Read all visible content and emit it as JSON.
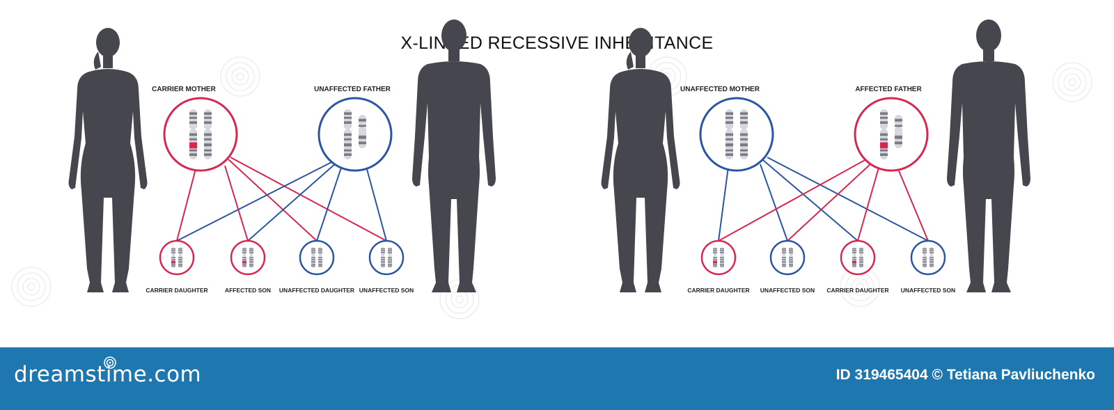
{
  "title": "X-LINKED RECESSIVE INHERITANCE",
  "colors": {
    "carrier": "#d8264f",
    "normal": "#2a55a3",
    "silhouette": "#46464f",
    "chromosome_body": "#d7d7de",
    "band": "#7a7a86",
    "footer": "#1f77b0"
  },
  "panels": [
    {
      "mother_label": "CARRIER MOTHER",
      "father_label": "UNAFFECTED FATHER",
      "mother_status": "carrier",
      "father_status": "normal",
      "children": [
        {
          "label": "CARRIER DAUGHTER",
          "status": "carrier"
        },
        {
          "label": "AFFECTED SON",
          "status": "carrier"
        },
        {
          "label": "UNAFFECTED DAUGHTER",
          "status": "normal"
        },
        {
          "label": "UNAFFECTED SON",
          "status": "normal"
        }
      ]
    },
    {
      "mother_label": "UNAFFECTED MOTHER",
      "father_label": "AFFECTED FATHER",
      "mother_status": "normal",
      "father_status": "carrier",
      "children": [
        {
          "label": "CARRIER DAUGHTER",
          "status": "carrier"
        },
        {
          "label": "UNAFFECTED SON",
          "status": "normal"
        },
        {
          "label": "CARRIER DAUGHTER",
          "status": "carrier"
        },
        {
          "label": "UNAFFECTED SON",
          "status": "normal"
        }
      ]
    }
  ],
  "footer": {
    "brand": "dreamstime.com",
    "id_text": "ID 319465404",
    "copyright_symbol": "©",
    "author": "Tetiana Pavliuchenko"
  }
}
